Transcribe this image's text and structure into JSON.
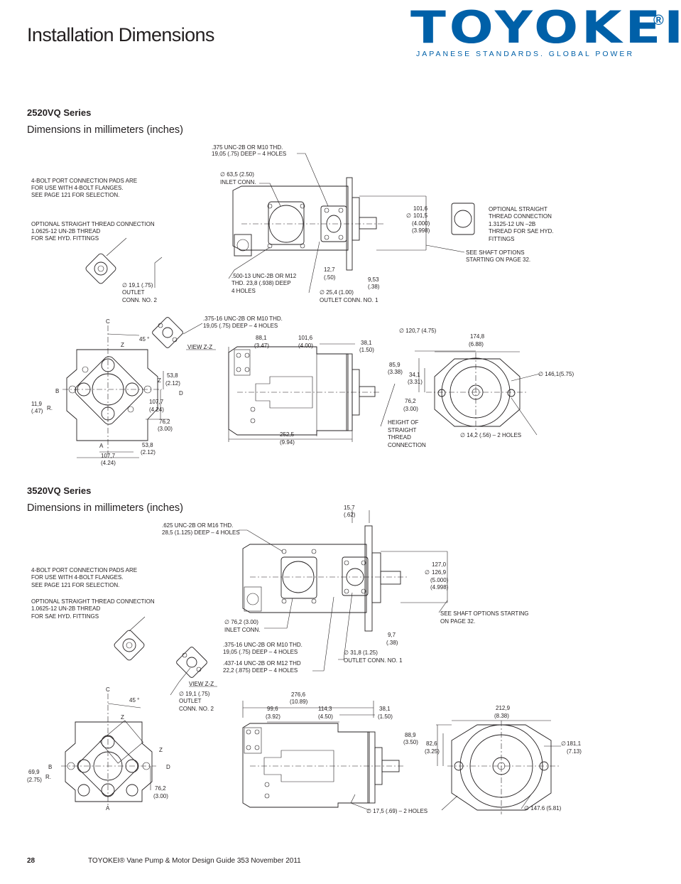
{
  "page": {
    "title": "Installation Dimensions",
    "brand": {
      "name": "TOYOKEI",
      "registered": "®",
      "tagline": "JAPANESE STANDARDS. GLOBAL POWER",
      "color": "#0060a8"
    },
    "footer": {
      "page_number": "28",
      "text": "TOYOKEI® Vane Pump & Motor Design Guide  353  November 2011"
    }
  },
  "sections": [
    {
      "series": "2520VQ Series",
      "subtitle": "Dimensions in millimeters (inches)",
      "notes": {
        "thd_375_a": ".375 UNC-2B OR M10 THD.",
        "thd_375_b": "19,05 (.75) DEEP – 4 HOLES",
        "inlet_a": "∅ 63,5 (2.50)",
        "inlet_b": "INLET CONN.",
        "pads_a": "4-BOLT PORT CONNECTION PADS ARE",
        "pads_b": "FOR USE WITH 4-BOLT FLANGES.",
        "pads_c": "SEE PAGE 121 FOR SELECTION.",
        "opt_a": "OPTIONAL STRAIGHT THREAD CONNECTION",
        "opt_b": "1.0625-12 UN-2B THREAD",
        "opt_c": "FOR SAE HYD. FITTINGS",
        "shaft_a": "101,6",
        "shaft_b": "101,5",
        "shaft_c": "(4.000)",
        "shaft_d": "(3.998)",
        "opt2_a": "OPTIONAL STRAIGHT",
        "opt2_b": "THREAD CONNECTION",
        "opt2_c": "1.3125-12 UN  –2B",
        "opt2_d": "THREAD FOR SAE HYD.",
        "opt2_e": "FITTINGS",
        "see_shaft_a": "SEE SHAFT OPTIONS",
        "see_shaft_b": "STARTING  ON PAGE 32.",
        "thd_500_a": ".500-13 UNC-2B OR M12",
        "thd_500_b": "THD. 23,8 (.938) DEEP",
        "thd_500_c": "4 HOLES",
        "d127_a": "12,7",
        "d127_b": "(.50)",
        "d953_a": "9,53",
        "d953_b": "(.38)",
        "out1_a": "∅ 25,4 (1.00)",
        "out1_b": "OUTLET CONN. NO. 1",
        "out2_a": "∅ 19,1 (.75)",
        "out2_b": "OUTLET",
        "out2_c": "CONN. NO. 2",
        "thd_375v_a": ".375-16 UNC-2B OR M10 THD.",
        "thd_375v_b": "19,05 (.75) DEEP – 4 HOLES",
        "view_zz": "VIEW Z-Z",
        "l_c": "C",
        "l_45": "45 °",
        "l_z1": "Z",
        "l_z2": "Z",
        "l_b": "B",
        "l_d": "D",
        "l_a": "A",
        "l_r": "R.",
        "d119_a": "11,9",
        "d119_b": "(.47)",
        "d538_a": "53,8",
        "d538_b": "(2.12)",
        "d1077_a": "107,7",
        "d1077_b": "(4.24)",
        "d762_a": "76,2",
        "d762_b": "(3.00)",
        "d1077h_a": "107,7",
        "d1077h_b": "(4.24)",
        "d538h_a": "53,8",
        "d538h_b": "(2.12)",
        "d881_a": "88,1",
        "d881_b": "(3.47)",
        "d1016_a": "101,6",
        "d1016_b": "(4.00)",
        "d381_a": "38,1",
        "d381_b": "(1.50)",
        "d2525_a": "252,5",
        "d2525_b": "(9.94)",
        "d859_a": "85,9",
        "d859_b": "(3.38)",
        "d341_a": "34,1",
        "d341_b": "(3.31)",
        "d762s_a": "76,2",
        "d762s_b": "(3.00)",
        "height_a": "HEIGHT OF",
        "height_b": "STRAIGHT",
        "height_c": "THREAD",
        "height_d": "CONNECTION",
        "d1207": "∅ 120,7 (4.75)",
        "d1748_a": "174,8",
        "d1748_b": "(6.88)",
        "d1461": "∅ 146,1(5.75)",
        "d142": "∅ 14,2 (.56)  – 2 HOLES"
      }
    },
    {
      "series": "3520VQ Series",
      "subtitle": "Dimensions in millimeters (inches)",
      "notes": {
        "d157_a": "15,7",
        "d157_b": "(.62)",
        "thd_625_a": ".625 UNC-2B OR M16 THD.",
        "thd_625_b": "28,5 (1.125) DEEP – 4 HOLES",
        "pads_a": "4-BOLT PORT CONNECTION PADS ARE",
        "pads_b": "FOR USE WITH 4-BOLT FLANGES.",
        "pads_c": "SEE PAGE 121 FOR SELECTION.",
        "opt_a": "OPTIONAL STRAIGHT THREAD CONNECTION",
        "opt_b": "1.0625-12 UN-2B THREAD",
        "opt_c": "FOR SAE HYD. FITTINGS",
        "shaft_a": "127,0",
        "shaft_b": "126,9",
        "shaft_c": "(5.000)",
        "shaft_d": "(4.998)",
        "see_shaft_a": "SEE SHAFT OPTIONS STARTING",
        "see_shaft_b": "ON PAGE 32.",
        "inlet_a": "∅ 76,2 (3.00)",
        "inlet_b": "INLET CONN.",
        "d97_a": "9,7",
        "d97_b": "(.38)",
        "thd_375_a": ".375-16 UNC-2B OR M10 THD.",
        "thd_375_b": "19,05 (.75) DEEP – 4 HOLES",
        "thd_437_a": ".437-14 UNC-2B OR M12 THD",
        "thd_437_b": "22,2 (.875) DEEP – 4 HOLES",
        "out1_a": "∅ 31,8 (1.25)",
        "out1_b": "OUTLET CONN. NO. 1",
        "view_zz": "VIEW Z-Z",
        "out2_a": "∅ 19,1 (.75)",
        "out2_b": "OUTLET",
        "out2_c": "CONN. NO. 2",
        "l_c": "C",
        "l_45": "45 °",
        "l_z1": "Z",
        "l_z2": "Z",
        "l_b": "B",
        "l_d": "D",
        "l_a": "A",
        "l_r": "R.",
        "d699_a": "69,9",
        "d699_b": "(2.75)",
        "d762_a": "76,2",
        "d762_b": "(3.00)",
        "d2766_a": "276,6",
        "d2766_b": "(10.89)",
        "d996_a": "99,6",
        "d996_b": "(3.92)",
        "d1143_a": "114,3",
        "d1143_b": "(4.50)",
        "d381_a": "38,1",
        "d381_b": "(1.50)",
        "d889_a": "88,9",
        "d889_b": "(3.50)",
        "d826_a": "82,6",
        "d826_b": "(3.25)",
        "d175": "∅ 17,5 (.69) – 2 HOLES",
        "d2129_a": "212,9",
        "d2129_b": "(8.38)",
        "d1811_a": "181,1",
        "d1811_b": "(7.13)",
        "d1476": "∅ 147.6 (5.81)"
      }
    }
  ]
}
